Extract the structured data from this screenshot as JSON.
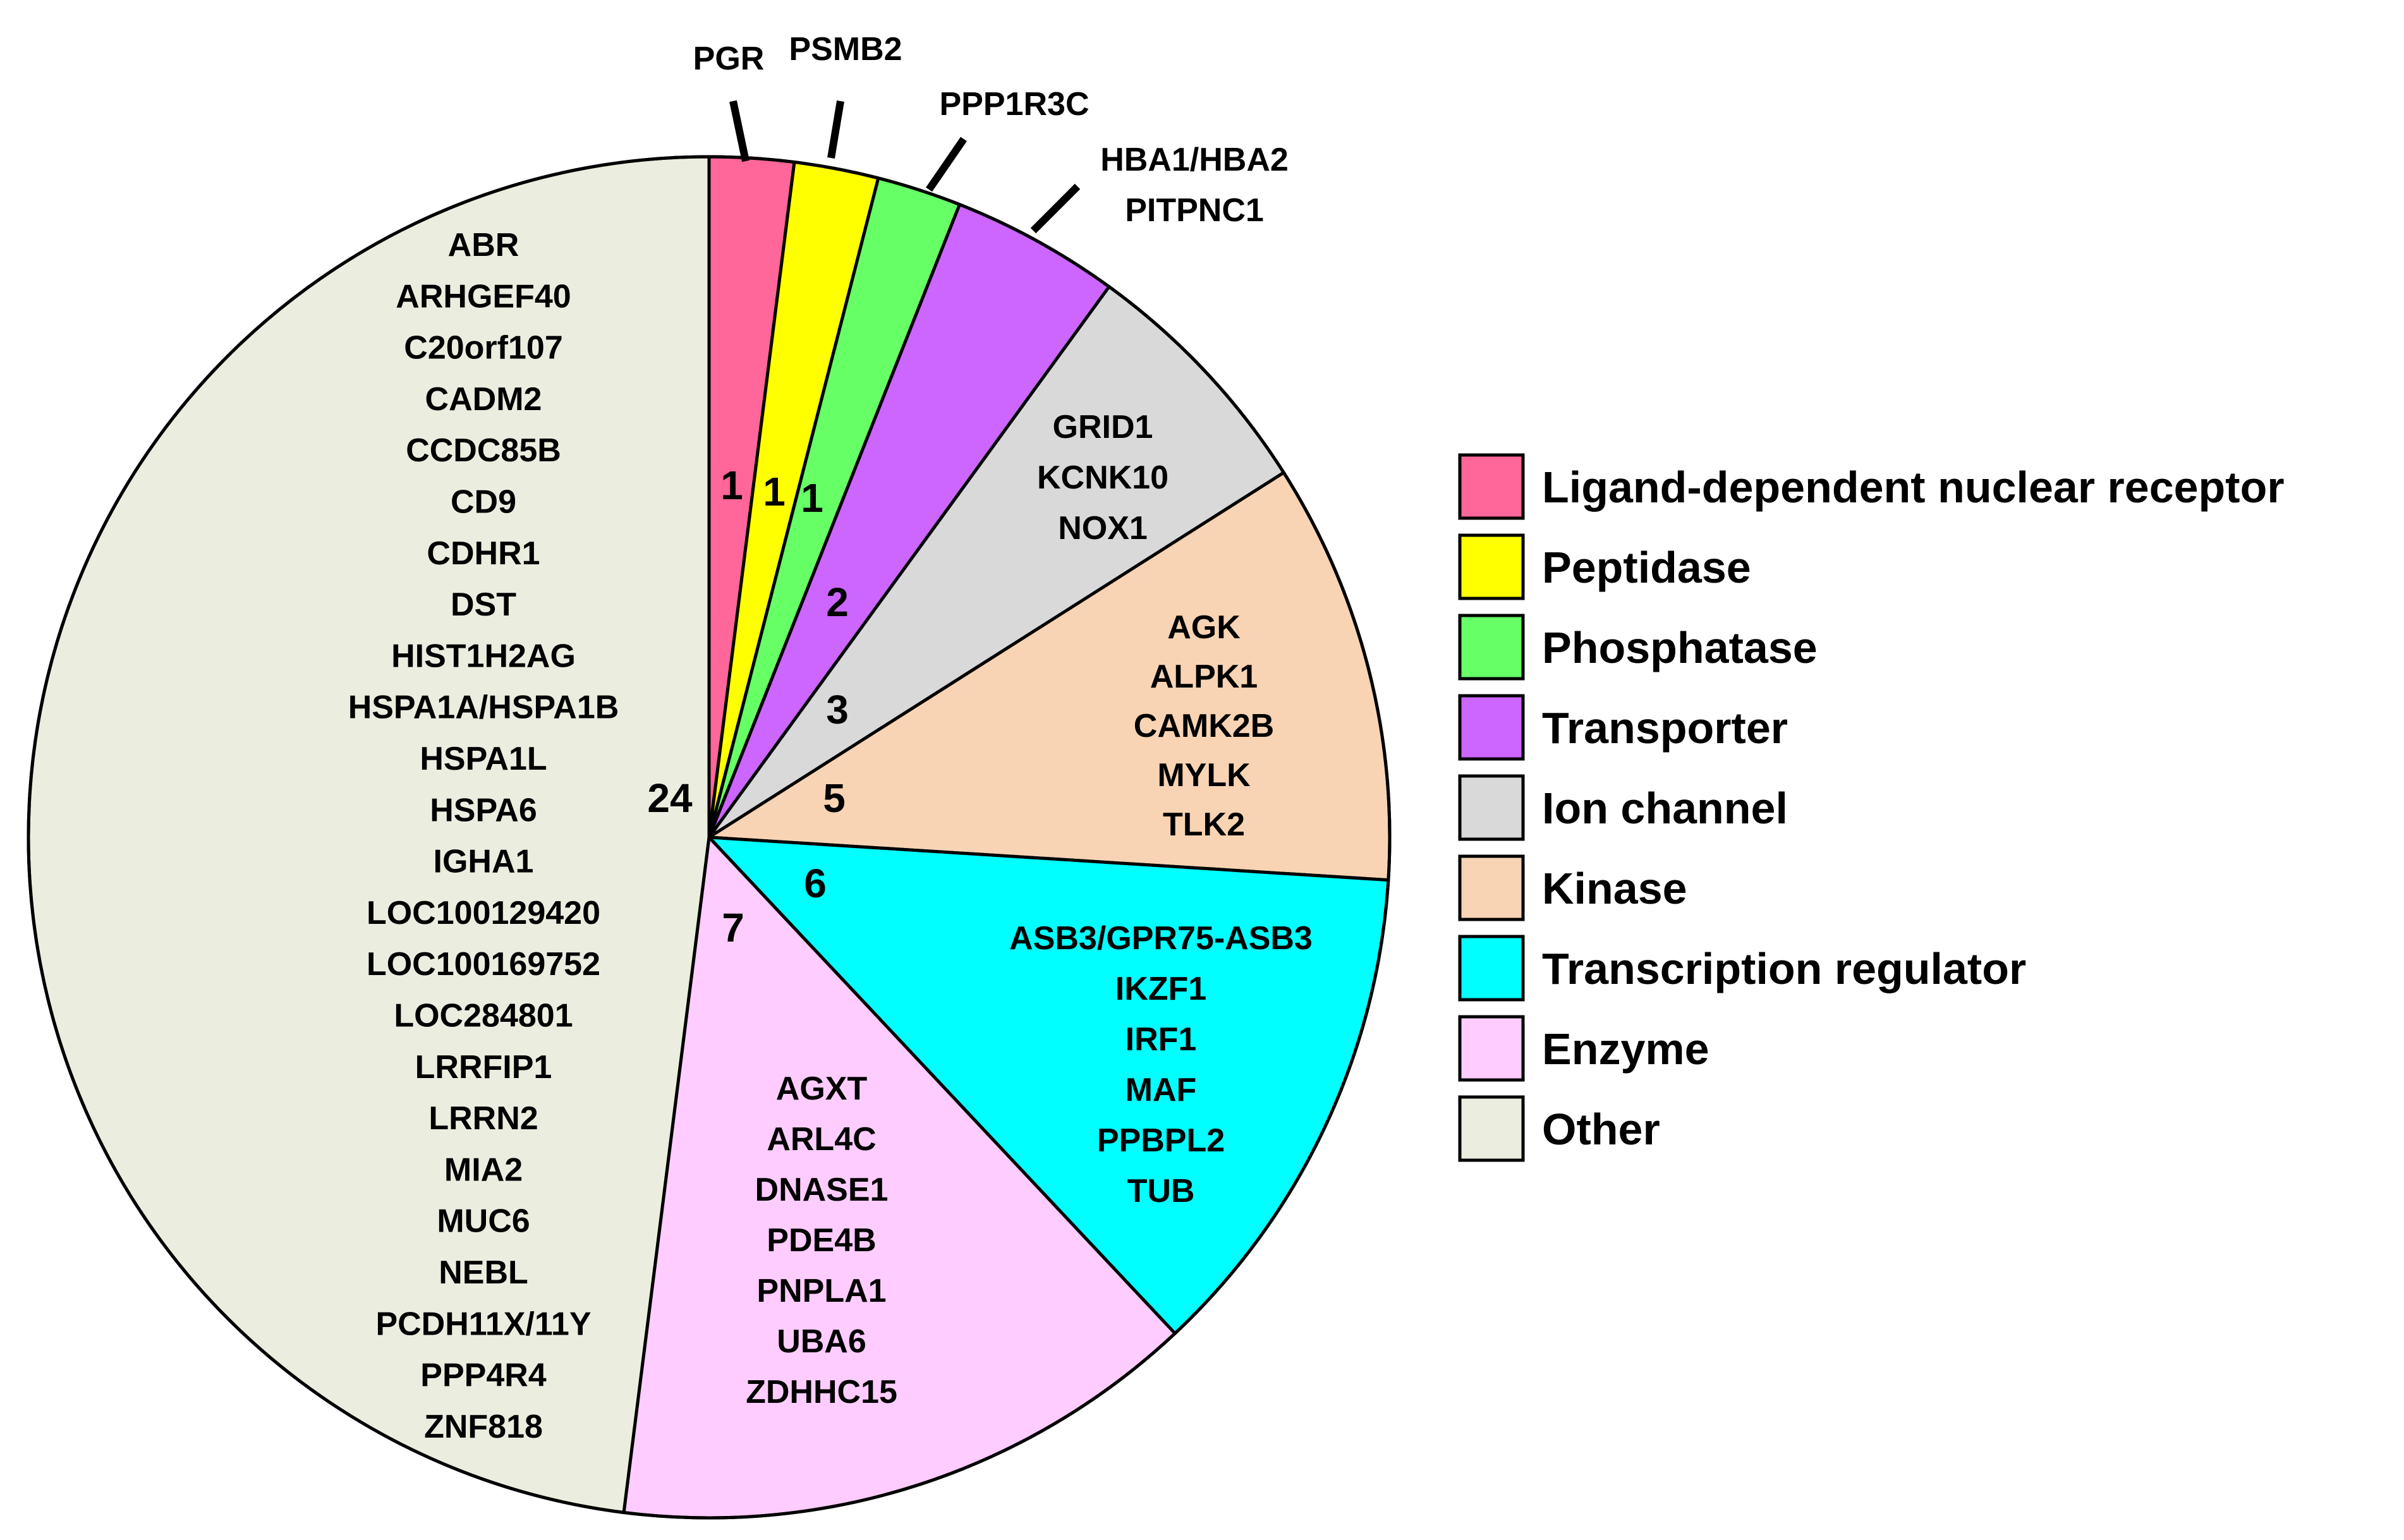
{
  "chart_data": {
    "type": "pie",
    "slices": [
      {
        "category": "Ligand-dependent nuclear receptor",
        "value": 1,
        "color": "#FF6699",
        "genes": [
          "PGR"
        ]
      },
      {
        "category": "Peptidase",
        "value": 1,
        "color": "#FFFF00",
        "genes": [
          "PSMB2"
        ]
      },
      {
        "category": "Phosphatase",
        "value": 1,
        "color": "#66FF66",
        "genes": [
          "PPP1R3C"
        ]
      },
      {
        "category": "Transporter",
        "value": 2,
        "color": "#CC66FF",
        "genes": [
          "HBA1/HBA2",
          "PITPNC1"
        ]
      },
      {
        "category": "Ion channel",
        "value": 3,
        "color": "#D9D9D9",
        "genes": [
          "GRID1",
          "KCNK10",
          "NOX1"
        ]
      },
      {
        "category": "Kinase",
        "value": 5,
        "color": "#F8D4B4",
        "genes": [
          "AGK",
          "ALPK1",
          "CAMK2B",
          "MYLK",
          "TLK2"
        ]
      },
      {
        "category": "Transcription regulator",
        "value": 6,
        "color": "#00FFFF",
        "genes": [
          "ASB3/GPR75-ASB3",
          "IKZF1",
          "IRF1",
          "MAF",
          "PPBPL2",
          "TUB"
        ]
      },
      {
        "category": "Enzyme",
        "value": 7,
        "color": "#FFCCFF",
        "genes": [
          "AGXT",
          "ARL4C",
          "DNASE1",
          "PDE4B",
          "PNPLA1",
          "UBA6",
          "ZDHHC15"
        ]
      },
      {
        "category": "Other",
        "value": 24,
        "color": "#EBEEDF",
        "genes": [
          "ABR",
          "ARHGEF40",
          "C20orf107",
          "CADM2",
          "CCDC85B",
          "CD9",
          "CDHR1",
          "DST",
          "HIST1H2AG",
          "HSPA1A/HSPA1B",
          "HSPA1L",
          "HSPA6",
          "IGHA1",
          "LOC100129420",
          "LOC100169752",
          "LOC284801",
          "LRRFIP1",
          "LRRN2",
          "MIA2",
          "MUC6",
          "NEBL",
          "PCDH11X/11Y",
          "PPP4R4",
          "ZNF818"
        ]
      }
    ],
    "legend_position": "right"
  }
}
